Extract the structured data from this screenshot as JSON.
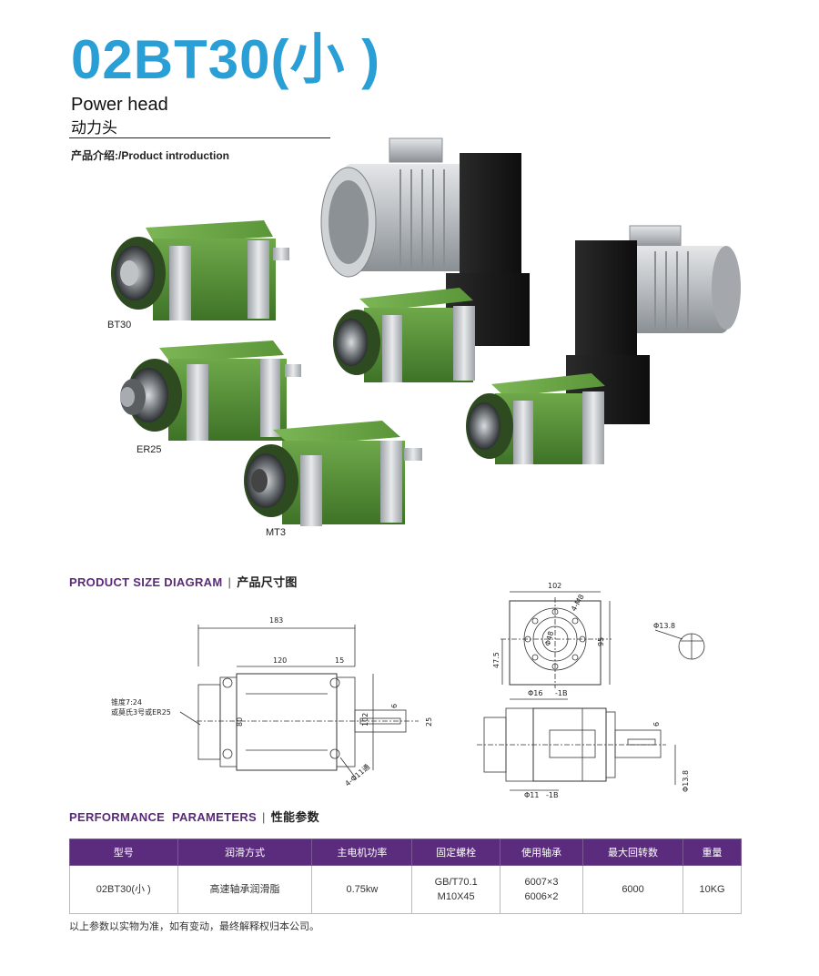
{
  "header": {
    "model": "02BT30(小 )",
    "subtitle_en": "Power head",
    "subtitle_cn": "动力头"
  },
  "intro": {
    "label": "产品介绍:/Product introduction",
    "products": [
      {
        "label": "BT30"
      },
      {
        "label": "ER25"
      },
      {
        "label": "MT3"
      }
    ]
  },
  "size_diagram": {
    "heading_en": "PRODUCT SIZE DIAGRAM",
    "separator": "|",
    "heading_cn": "产品尺寸图",
    "side_view": {
      "overall_length": "183",
      "body_length": "120",
      "rear_length": "15",
      "height": "80",
      "flange_height": "102",
      "shaft_dia": "25",
      "key_width": "6",
      "holes": "4-Φ11通",
      "taper_note_1": "锥度7:24",
      "taper_note_2": "或莫氏3号或ER25"
    },
    "top_view": {
      "width": "102",
      "height": "95",
      "center": "47.5",
      "bolt_circle": "Φ48",
      "thread": "4-M8",
      "bore": "Φ13.8"
    },
    "section_view": {
      "dia_top": "Φ16",
      "dia_bottom": "Φ11",
      "fit": "-1B",
      "key_width": "6",
      "bore": "Φ13.8"
    }
  },
  "performance": {
    "heading_en": "PERFORMANCE  PARAMETERS",
    "separator": "|",
    "heading_cn": "性能参数",
    "columns": [
      "型号",
      "润滑方式",
      "主电机功率",
      "固定螺栓",
      "使用轴承",
      "最大回转数",
      "重量"
    ],
    "row": {
      "model": "02BT30(小 )",
      "lubrication": "高速轴承润滑脂",
      "power": "0.75kw",
      "bolt_1": "GB/T70.1",
      "bolt_2": "M10X45",
      "bearing_1": "6007×3",
      "bearing_2": "6006×2",
      "max_rpm": "6000",
      "weight": "10KG"
    }
  },
  "footnote": "以上参数以实物为准，如有变动，最终解释权归本公司。",
  "colors": {
    "title_blue": "#2a9fd6",
    "heading_purple": "#5a2a7a",
    "table_header": "#5b2c7e",
    "housing_green": "#4f8a32",
    "motor_silver": "#c9cccf",
    "bracket_black": "#1a1a1a"
  }
}
